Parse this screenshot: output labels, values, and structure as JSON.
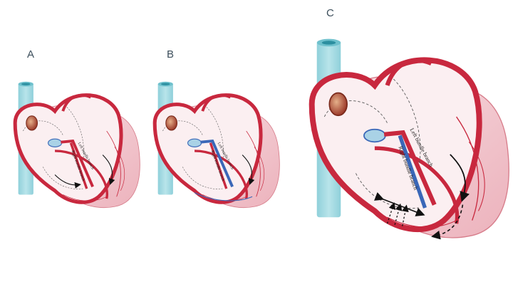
{
  "panels": [
    {
      "label": "A",
      "left_bundle_label": "Left bundle branch",
      "right_bundle_label": "Right bundle branch"
    },
    {
      "label": "B",
      "left_bundle_label": "Left bundle branch",
      "right_bundle_label": "Right bundle branch"
    },
    {
      "label": "C",
      "left_bundle_label": "Left bundle branch",
      "right_bundle_label": "Right bundle branch"
    }
  ],
  "colors": {
    "myocardium": "#f2c9cf",
    "wall": "#c8283e",
    "vessel": "#a9dce4",
    "conduction_normal": "#c8283e",
    "conduction_blocked": "#3a67b8",
    "node": "#a9d2e6"
  },
  "icons": [
    "sinoatrial-node-icon",
    "av-node-icon",
    "conduction-arrow-icon",
    "dashed-arrow-icon"
  ]
}
